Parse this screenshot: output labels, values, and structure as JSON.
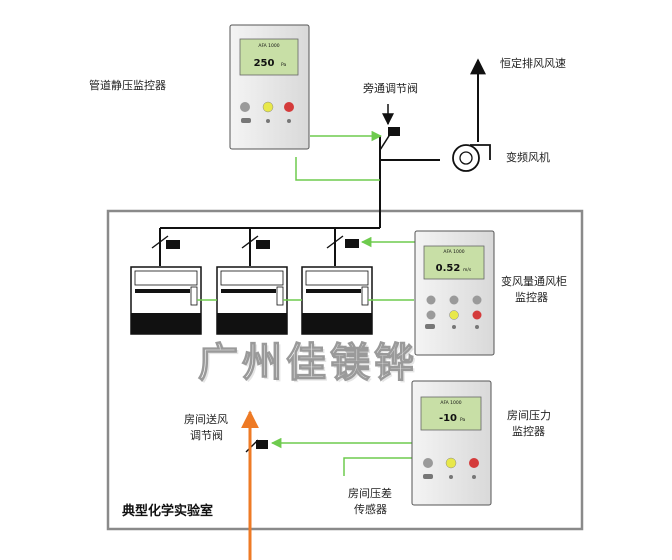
{
  "labels": {
    "duct_static": "管道静压监控器",
    "bypass_valve": "旁通调节阀",
    "constant_exhaust": "恒定排风风速",
    "vfd_fan": "变频风机",
    "vav_monitor_1": "变风量通风柜",
    "vav_monitor_2": "监控器",
    "room_pressure_1": "房间压力",
    "room_pressure_2": "监控器",
    "supply_valve_1": "房间送风",
    "supply_valve_2": "调节阀",
    "dp_sensor_1": "房间压差",
    "dp_sensor_2": "传感器",
    "lab": "典型化学实验室"
  },
  "watermark": "广州佳镁铧",
  "devices": {
    "duct": {
      "model": "AFA 1000",
      "reading": "250",
      "unit": "Pa"
    },
    "vav": {
      "model": "AFA 1000",
      "reading": "0.52",
      "unit": "m/s"
    },
    "room": {
      "model": "AFA 1000",
      "reading": "-10",
      "unit": "Pa"
    }
  },
  "colors": {
    "signal_line": "#6ecb4e",
    "supply_air": "#ee7a25",
    "duct": "#111111",
    "lab_border": "#8a8a8a"
  }
}
